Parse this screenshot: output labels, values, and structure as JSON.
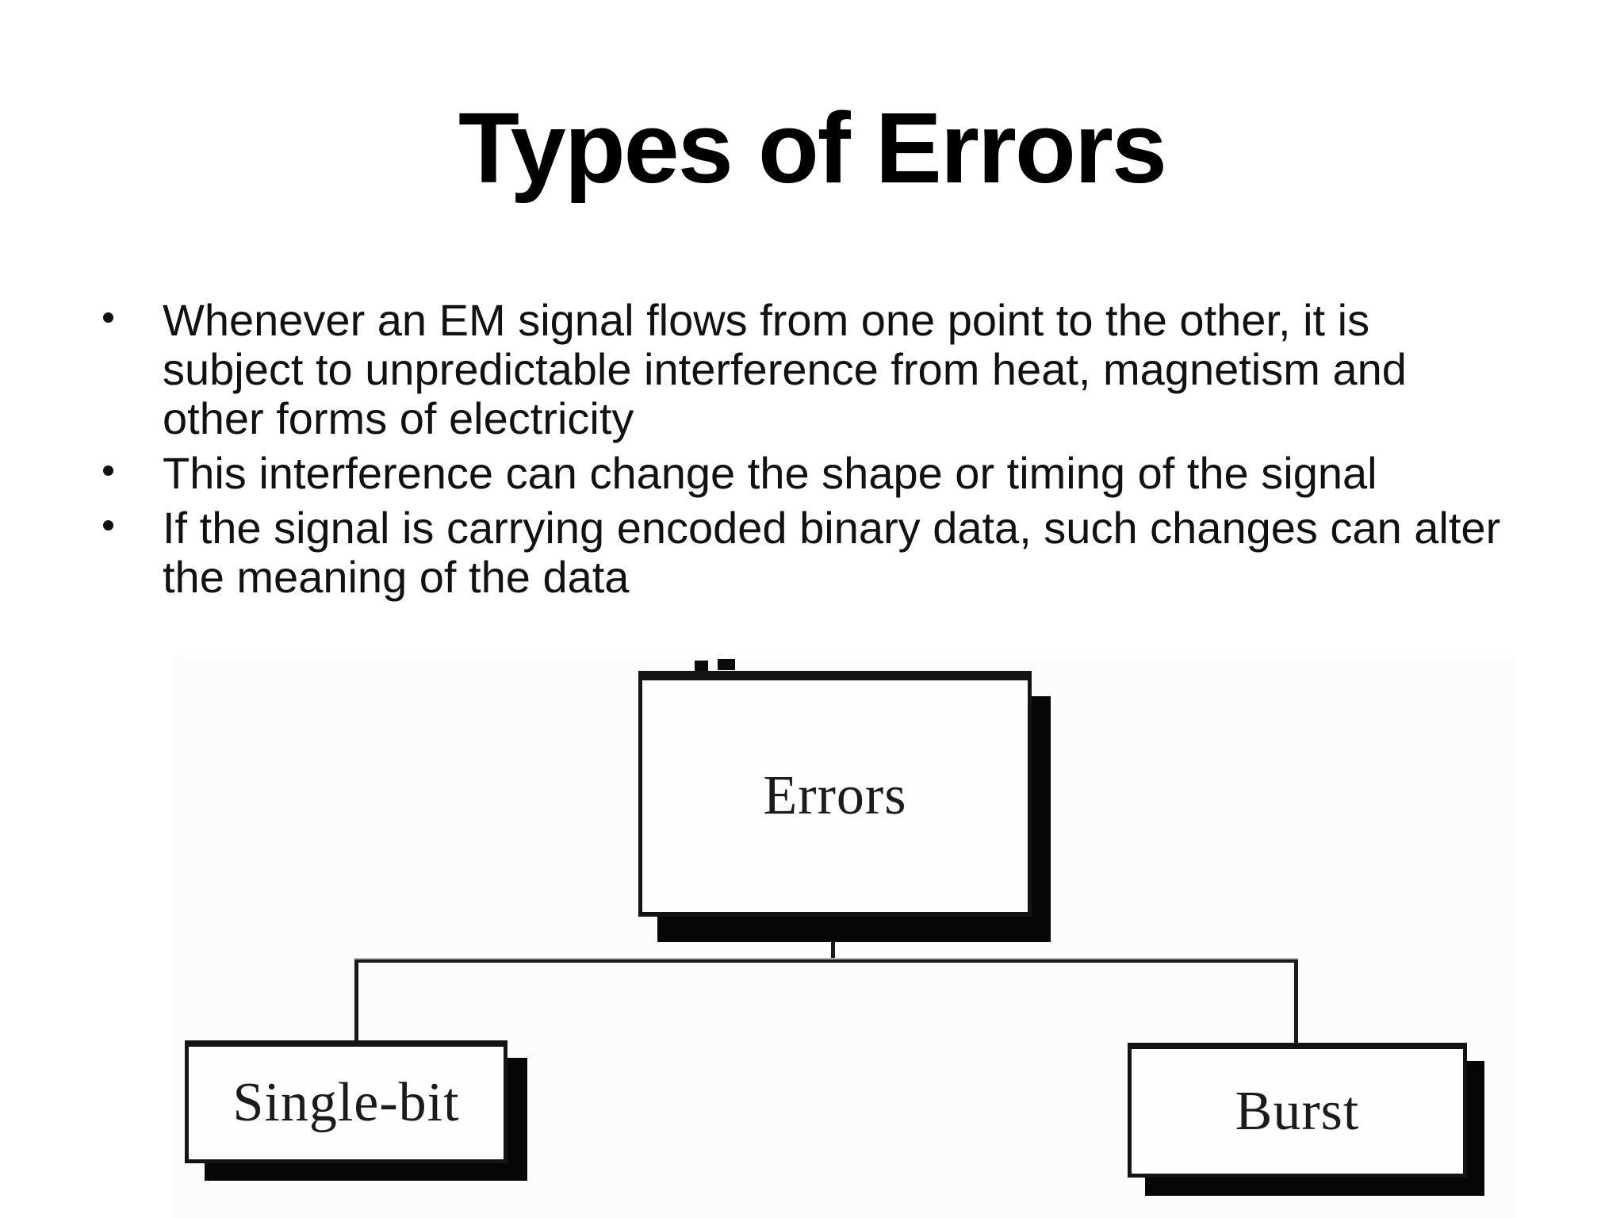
{
  "title": "Types of Errors",
  "bullets": [
    {
      "text": "Whenever an EM signal flows from one point to the other, it is subject to unpredictable interference from heat, magnetism and other forms of electricity",
      "lines": [
        "Whenever an EM signal flows from one point to the other, it is",
        "subject to unpredictable interference from heat, magnetism and",
        "other forms of electricity"
      ]
    },
    {
      "text": "This interference can change the shape or timing of the signal",
      "lines": [
        "This interference can change the shape or timing of the signal"
      ]
    },
    {
      "text": "If the signal is carrying encoded binary data, such changes can alter the meaning of the data",
      "lines": [
        "If the signal is carrying encoded binary data, such changes can alter",
        "the meaning of the data"
      ]
    }
  ],
  "diagram": {
    "type": "tree",
    "root_label": "Errors",
    "child_labels": [
      "Single-bit",
      "Burst"
    ]
  },
  "colors": {
    "text": "#111111",
    "box_border": "#141414",
    "shadow": "#060606",
    "line": "#1a1a1a",
    "diagram_bg": "#fcfcfc",
    "slide_bg": "#ffffff"
  }
}
